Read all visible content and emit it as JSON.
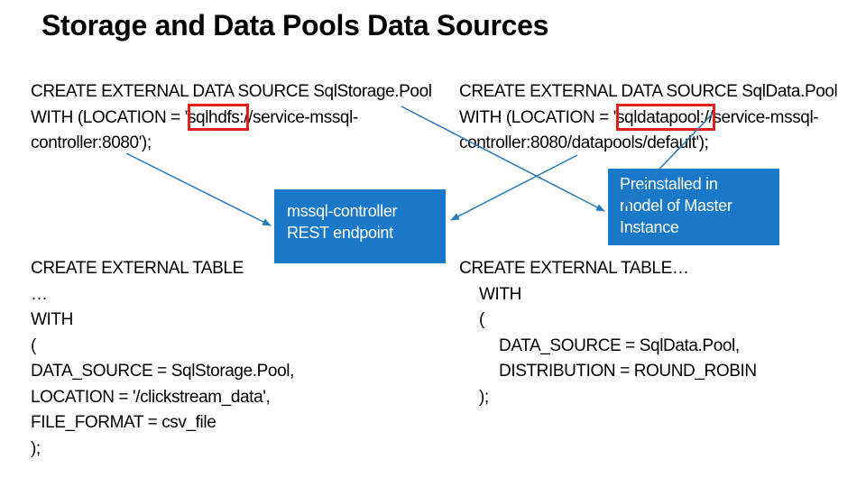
{
  "title": "Storage and Data Pools Data Sources",
  "storage_source": {
    "lines": [
      "CREATE EXTERNAL DATA SOURCE SqlStorage.Pool",
      "WITH (LOCATION = 'sqlhdfs://service-mssql-",
      "controller:8080');"
    ]
  },
  "data_source": {
    "lines": [
      "CREATE EXTERNAL DATA SOURCE SqlData.Pool",
      "WITH (LOCATION = 'sqldatapool://service-mssql-",
      "controller:8080/datapools/default');"
    ]
  },
  "controller_callout": {
    "lines": [
      "mssql-controller",
      "REST endpoint"
    ]
  },
  "master_callout": {
    "lines": [
      "Preinstalled in",
      "model of Master",
      "Instance"
    ]
  },
  "storage_table": {
    "lines": [
      "CREATE EXTERNAL TABLE",
      "…",
      "WITH",
      "(",
      "DATA_SOURCE = SqlStorage.Pool,",
      "LOCATION = '/clickstream_data',",
      "FILE_FORMAT = csv_file",
      ");"
    ]
  },
  "data_table": {
    "lines": [
      "CREATE EXTERNAL TABLE…",
      "WITH",
      "(",
      "DATA_SOURCE = SqlData.Pool,",
      "DISTRIBUTION = ROUND_ROBIN",
      ");"
    ]
  },
  "colors": {
    "callout_fill": "#1a78c8",
    "highlight_border": "#e0201c",
    "arrow": "#2a7ab8"
  }
}
